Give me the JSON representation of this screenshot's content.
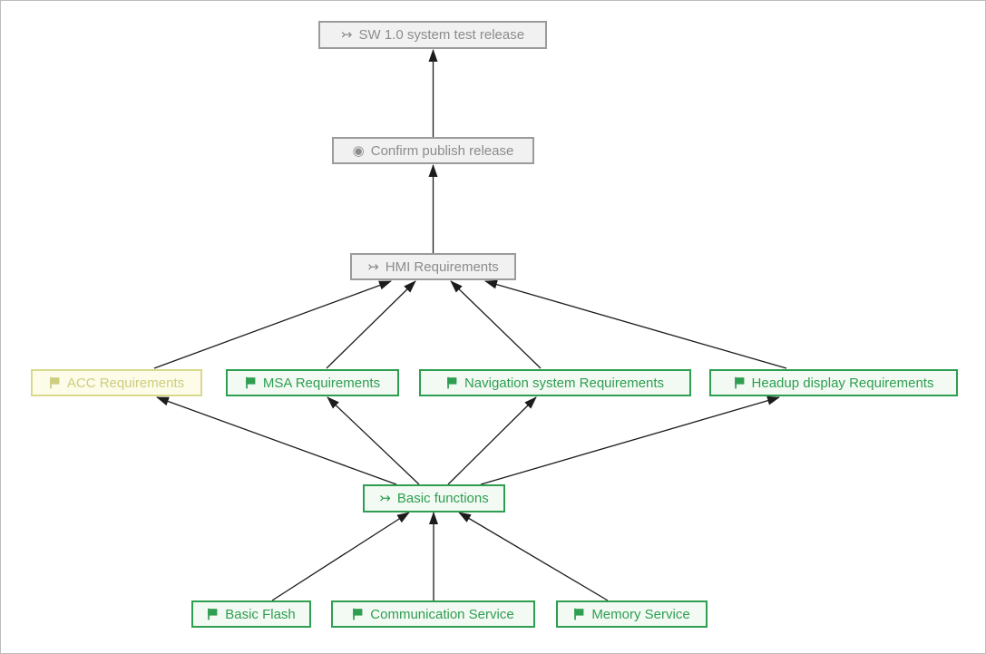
{
  "page": {
    "background": "#ffffff",
    "border_color": "#bdbdbd"
  },
  "icons": {
    "arrow_with_tail": "↣",
    "fisheye": "◉"
  },
  "colors": {
    "gray_border": "#9b9b9b",
    "gray_bg": "#f1f1f1",
    "gray_text": "#8c8c8c",
    "green_border": "#2e9e50",
    "green_bg": "#f3faf4",
    "green_text": "#2e9e50",
    "yellow_border": "#d9d98e",
    "yellow_bg": "#fcfce9",
    "yellow_text": "#cdcd7f",
    "edge": "#1c1c1c"
  },
  "diagram": {
    "nodes": [
      {
        "id": "sw-release",
        "label": "SW 1.0 system test release",
        "icon": "arrow-with-tail-icon",
        "style": "gray"
      },
      {
        "id": "confirm-publish",
        "label": "Confirm publish release",
        "icon": "fisheye-icon",
        "style": "gray"
      },
      {
        "id": "hmi-requirements",
        "label": "HMI Requirements",
        "icon": "arrow-with-tail-icon",
        "style": "gray"
      },
      {
        "id": "acc-requirements",
        "label": "ACC Requirements",
        "icon": "flag-icon",
        "style": "yellow"
      },
      {
        "id": "msa-requirements",
        "label": "MSA Requirements",
        "icon": "flag-icon",
        "style": "green"
      },
      {
        "id": "navigation-system-requirements",
        "label": "Navigation system Requirements",
        "icon": "flag-icon",
        "style": "green"
      },
      {
        "id": "headup-display-requirements",
        "label": "Headup display Requirements",
        "icon": "flag-icon",
        "style": "green"
      },
      {
        "id": "basic-functions",
        "label": "Basic functions",
        "icon": "arrow-with-tail-icon",
        "style": "green"
      },
      {
        "id": "basic-flash",
        "label": "Basic Flash",
        "icon": "flag-icon",
        "style": "green"
      },
      {
        "id": "communication-service",
        "label": "Communication Service",
        "icon": "flag-icon",
        "style": "green"
      },
      {
        "id": "memory-service",
        "label": "Memory Service",
        "icon": "flag-icon",
        "style": "green"
      }
    ],
    "edges": [
      {
        "from": "confirm-publish",
        "to": "sw-release"
      },
      {
        "from": "hmi-requirements",
        "to": "confirm-publish"
      },
      {
        "from": "acc-requirements",
        "to": "hmi-requirements"
      },
      {
        "from": "msa-requirements",
        "to": "hmi-requirements"
      },
      {
        "from": "navigation-system-requirements",
        "to": "hmi-requirements"
      },
      {
        "from": "headup-display-requirements",
        "to": "hmi-requirements"
      },
      {
        "from": "basic-functions",
        "to": "acc-requirements"
      },
      {
        "from": "basic-functions",
        "to": "msa-requirements"
      },
      {
        "from": "basic-functions",
        "to": "navigation-system-requirements"
      },
      {
        "from": "basic-functions",
        "to": "headup-display-requirements"
      },
      {
        "from": "basic-flash",
        "to": "basic-functions"
      },
      {
        "from": "communication-service",
        "to": "basic-functions"
      },
      {
        "from": "memory-service",
        "to": "basic-functions"
      }
    ]
  }
}
